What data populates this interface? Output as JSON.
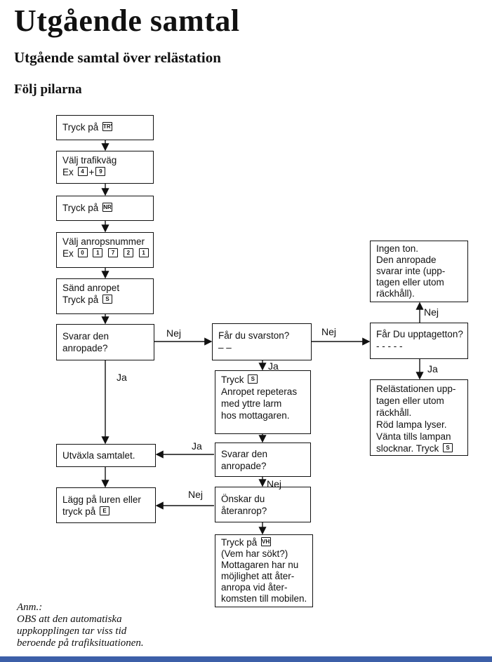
{
  "title": "Utgående samtal",
  "subtitle": "Utgående samtal över relästation",
  "follow": "Följ pilarna",
  "boxes": {
    "b1": {
      "line1": "Tryck på",
      "key1": "TRY"
    },
    "b2": {
      "line1": "Välj trafikväg",
      "ex": "Ex",
      "key1": "4",
      "plus": "+",
      "key2": "9"
    },
    "b3": {
      "line1": "Tryck på",
      "key1": "NR"
    },
    "b4": {
      "line1": "Välj anropsnummer",
      "ex": "Ex",
      "keys": [
        "0",
        "1",
        "7",
        "2",
        "1"
      ]
    },
    "b5": {
      "line1": "Sänd anropet",
      "line2": "Tryck på",
      "key1": "S"
    },
    "b6": {
      "line1": "Svarar den",
      "line2": "anropade?"
    },
    "b7": {
      "line1": "Utväxla samtalet."
    },
    "b8": {
      "line1": "Lägg på luren eller",
      "line2": "tryck på",
      "key1": "E"
    },
    "m1": {
      "line1": "Får du svarston?",
      "line2": "– –"
    },
    "m2": {
      "line1": "Tryck",
      "key1": "S",
      "line2": "Anropet repeteras",
      "line3": "med yttre larm",
      "line4": "hos mottagaren."
    },
    "m3": {
      "line1": "Svarar den",
      "line2": "anropade?"
    },
    "m4": {
      "line1": "Önskar du",
      "line2": "återanrop?"
    },
    "m5": {
      "line1": "Tryck på",
      "key1": "VHS",
      "line2": "(Vem har sökt?)",
      "line3": "Mottagaren har nu",
      "line4": "möjlighet att åter-",
      "line5": "anropa vid åter-",
      "line6": "komsten till mobilen."
    },
    "r1": {
      "line1": "Ingen ton.",
      "line2": "Den anropade",
      "line3": "svarar inte (upp-",
      "line4": "tagen eller utom",
      "line5": "räckhåll)."
    },
    "r2": {
      "line1": "Får Du upptagetton?",
      "line2": "- - - - -"
    },
    "r3": {
      "line1": "Relästationen upp-",
      "line2": "tagen eller utom",
      "line3": "räckhåll.",
      "line4": "Röd lampa lyser.",
      "line5": "Vänta tills lampan",
      "line6": "slocknar. Tryck",
      "key1": "S"
    }
  },
  "labels": {
    "nej1": "Nej",
    "nej2": "Nej",
    "nej3": "Nej",
    "nej4": "Nej",
    "nej5": "Nej",
    "ja1": "Ja",
    "ja2": "Ja",
    "ja3": "Ja",
    "ja4": "Ja"
  },
  "note": {
    "line1": "Anm.:",
    "line2": "OBS att den automatiska",
    "line3": "uppkopplingen tar viss tid",
    "line4": "beroende på trafiksituationen."
  }
}
